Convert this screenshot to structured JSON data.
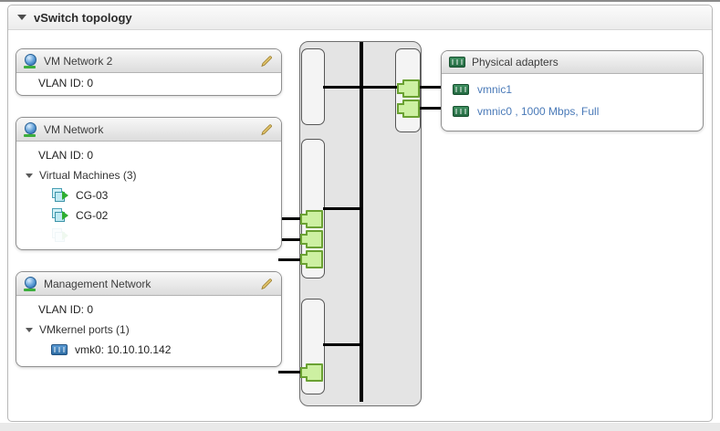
{
  "panel": {
    "title": "vSwitch topology",
    "collapse_icon": "triangle-down-icon"
  },
  "port_groups": [
    {
      "name": "VM Network 2",
      "vlan_label": "VLAN ID: 0",
      "icon": "network-globe-icon",
      "edit_icon": "pencil-icon"
    },
    {
      "name": "VM Network",
      "vlan_label": "VLAN ID: 0",
      "icon": "network-globe-icon",
      "edit_icon": "pencil-icon",
      "tree": {
        "label": "Virtual Machines (3)",
        "expander": "triangle-down-icon",
        "items": [
          {
            "label": "CG-03",
            "icon": "vm-icon"
          },
          {
            "label": "CG-02",
            "icon": "vm-icon"
          },
          {
            "label": "",
            "icon": "vm-icon",
            "ghost": true
          }
        ]
      }
    },
    {
      "name": "Management Network",
      "vlan_label": "VLAN ID: 0",
      "icon": "network-globe-icon",
      "edit_icon": "pencil-icon",
      "tree": {
        "label": "VMkernel ports (1)",
        "expander": "triangle-down-icon",
        "items": [
          {
            "label": "vmk0: 10.10.10.142",
            "icon": "nic-blue-icon"
          }
        ]
      }
    }
  ],
  "physical_adapters": {
    "title": "Physical adapters",
    "icon": "nic-green-icon",
    "items": [
      {
        "label": "vmnic1",
        "icon": "nic-green-icon"
      },
      {
        "label": "vmnic0 , 1000 Mbps, Full",
        "icon": "nic-green-icon"
      }
    ]
  },
  "colors": {
    "link_blue": "#4a7ab8",
    "connector_fill": "#cdf0a2",
    "connector_border": "#6aa132",
    "switch_fill": "#e4e4e4",
    "line_black": "#000000",
    "vm_icon_green": "#2fae30",
    "globe_blue": "#2f6fb3",
    "globe_base_green": "#3dae3d"
  }
}
